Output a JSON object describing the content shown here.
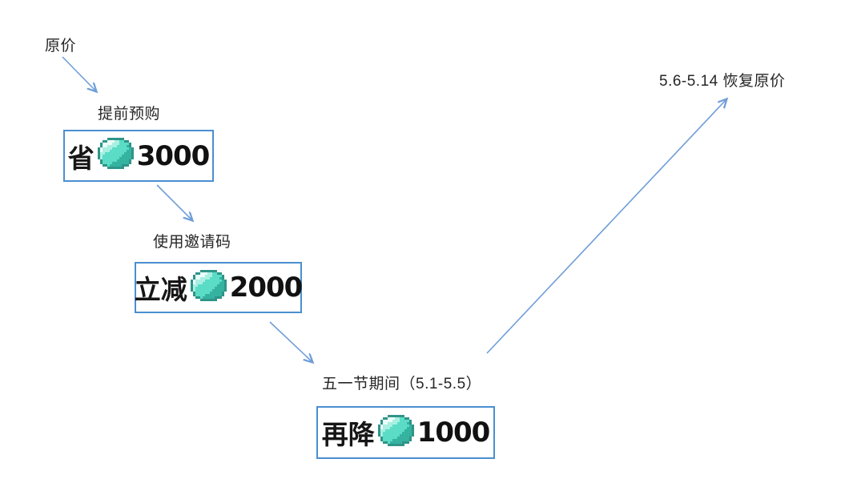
{
  "page": {
    "background": "#ffffff"
  },
  "style": {
    "arrow_color": "#6f9ed8",
    "box_border_color": "#4a8fd0",
    "label_color": "#262626",
    "amount_color": "#111111"
  },
  "diagram": {
    "stage_original": {
      "label": "原价"
    },
    "stage_preorder": {
      "label": "提前预购",
      "box": {
        "prefix": "省",
        "icon": "diamond-icon",
        "amount": "3000"
      }
    },
    "stage_invite": {
      "label": "使用邀请码",
      "box": {
        "prefix": "立减",
        "icon": "diamond-icon",
        "amount": "2000"
      }
    },
    "stage_mayday": {
      "label": "五一节期间（5.1-5.5）",
      "box": {
        "prefix": "再降",
        "icon": "diamond-icon",
        "amount": "1000"
      }
    },
    "stage_restore": {
      "label": "5.6-5.14 恢复原价"
    }
  },
  "icons": {
    "diamond": {
      "name": "diamond-icon",
      "palette": {
        "o": "#2f9488",
        "w": "#eafdf9",
        "l": "#a9efe2",
        "m": "#5adcc6",
        "d": "#35b2a0"
      },
      "grid": [
        "....ooooooo....",
        "..oowwwllmmoo..",
        ".owwwwlllmmmmo.",
        ".owwllllmmmmdo.",
        "owllllmmmmmmmdo",
        "owlllmmmmmmmddo",
        "ollmmmmmmmmdddo",
        "olmmmmmmmmddddo",
        "olmmmmmmmdddddo",
        ".ommmmmmdddddo.",
        ".ommmmdddddddo.",
        "..oomdddddooo..",
        "....ooooooo...."
      ]
    }
  }
}
